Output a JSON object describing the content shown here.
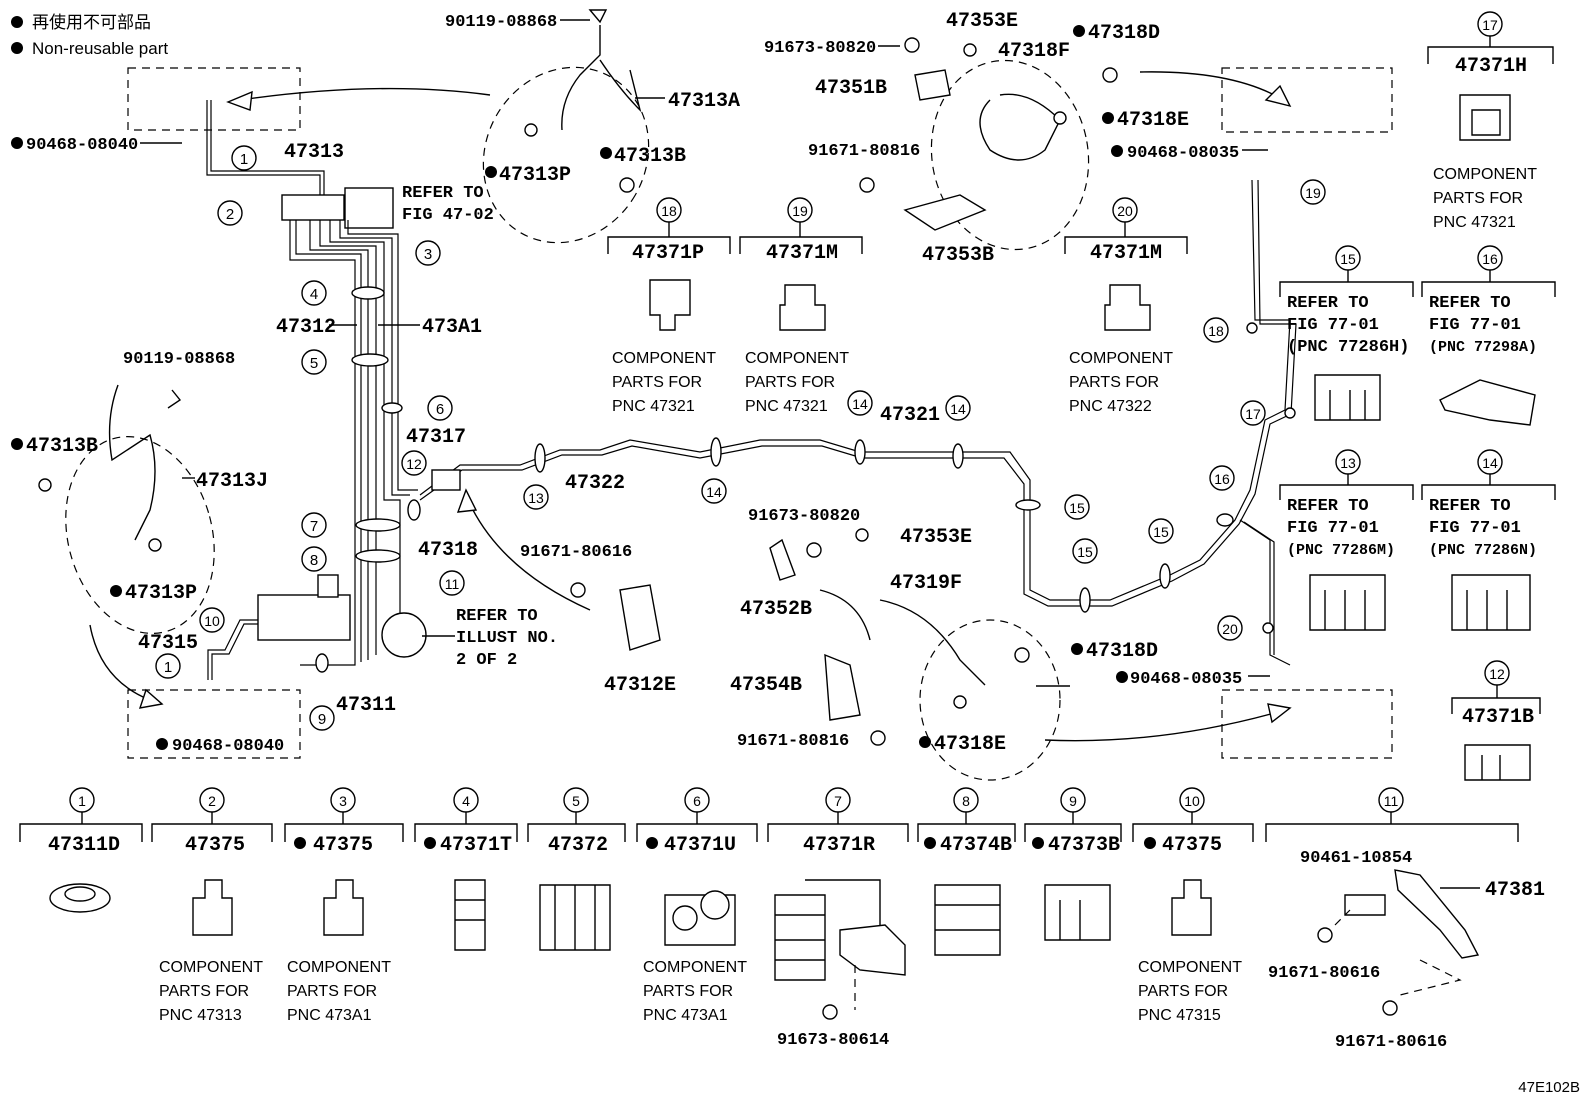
{
  "legend": {
    "items": [
      {
        "label": "再使用不可部品"
      },
      {
        "label": "Non-reusable part"
      }
    ]
  },
  "figure_code": "47E102B",
  "callouts": {
    "p90119_top": "90119-08868",
    "p47313A": "47313A",
    "p47313B_top": "47313B",
    "p47313P_top": "47313P",
    "p90468_tl": "90468-08040",
    "p47313": "47313",
    "refer_top_1": "REFER TO",
    "refer_top_2": "FIG 47-02",
    "p47312": "47312",
    "p473A1": "473A1",
    "p90119_left": "90119-08868",
    "p47313B_left": "47313B",
    "p47313J": "47313J",
    "p47313P_left": "47313P",
    "p47317": "47317",
    "p47322": "47322",
    "p47318": "47318",
    "p47315": "47315",
    "p47311": "47311",
    "p90468_bl": "90468-08040",
    "refer_illust_1": "REFER TO",
    "refer_illust_2": "ILLUST NO.",
    "refer_illust_3": "2 OF 2",
    "p91671_80616_mid": "91671-80616",
    "p47312E": "47312E",
    "p91673_80820_mid": "91673-80820",
    "p47353E_mid": "47353E",
    "p47319F": "47319F",
    "p47352B": "47352B",
    "p47354B": "47354B",
    "p91671_80816_mid": "91671-80816",
    "p47318D_mid": "47318D",
    "p47318E_mid": "47318E",
    "p90468_08035_mid": "90468-08035",
    "p47321": "47321",
    "p47353E_top": "47353E",
    "p91673_80820_top": "91673-80820",
    "p47318F": "47318F",
    "p47318D_top": "47318D",
    "p47351B": "47351B",
    "p47318E_top": "47318E",
    "p91671_80816_top": "91671-80816",
    "p47353B": "47353B",
    "p90468_08035_top": "90468-08035"
  },
  "circle_numbers": [
    "1",
    "2",
    "3",
    "4",
    "5",
    "6",
    "7",
    "8",
    "9",
    "10",
    "11",
    "12",
    "13",
    "14",
    "15",
    "16",
    "17",
    "18",
    "19",
    "20"
  ],
  "top_clips": [
    {
      "num": "18",
      "part": "47371P",
      "lines": [
        "COMPONENT",
        "PARTS FOR",
        "PNC 47321"
      ]
    },
    {
      "num": "19",
      "part": "47371M",
      "lines": [
        "COMPONENT",
        "PARTS FOR",
        "PNC 47321"
      ]
    },
    {
      "num": "20",
      "part": "47371M",
      "lines": [
        "COMPONENT",
        "PARTS FOR",
        "PNC 47322"
      ]
    },
    {
      "num": "17",
      "part": "47371H",
      "lines": [
        "COMPONENT",
        "PARTS FOR",
        "PNC 47321"
      ]
    }
  ],
  "refer_boxes": [
    {
      "num": "15",
      "lines": [
        "REFER TO",
        "FIG 77-01",
        "(PNC 77286H)"
      ]
    },
    {
      "num": "16",
      "lines": [
        "REFER TO",
        "FIG 77-01",
        "(PNC 77298A)"
      ]
    },
    {
      "num": "13",
      "lines": [
        "REFER TO",
        "FIG 77-01",
        "(PNC 77286M)"
      ]
    },
    {
      "num": "14",
      "lines": [
        "REFER TO",
        "FIG 77-01",
        "(PNC 77286N)"
      ]
    }
  ],
  "clip_12": {
    "num": "12",
    "part": "47371B"
  },
  "bottom_row": [
    {
      "num": "1",
      "part": "47311D",
      "nonreusable": false,
      "lines": []
    },
    {
      "num": "2",
      "part": "47375",
      "nonreusable": false,
      "lines": [
        "COMPONENT",
        "PARTS FOR",
        "PNC 47313"
      ]
    },
    {
      "num": "3",
      "part": "47375",
      "nonreusable": true,
      "lines": [
        "COMPONENT",
        "PARTS FOR",
        "PNC 473A1"
      ]
    },
    {
      "num": "4",
      "part": "47371T",
      "nonreusable": true,
      "lines": []
    },
    {
      "num": "5",
      "part": "47372",
      "nonreusable": false,
      "lines": []
    },
    {
      "num": "6",
      "part": "47371U",
      "nonreusable": true,
      "lines": [
        "COMPONENT",
        "PARTS FOR",
        "PNC 473A1"
      ]
    },
    {
      "num": "7",
      "part": "47371R",
      "nonreusable": false,
      "lines": []
    },
    {
      "num": "8",
      "part": "47374B",
      "nonreusable": true,
      "lines": []
    },
    {
      "num": "9",
      "part": "47373B",
      "nonreusable": true,
      "lines": []
    },
    {
      "num": "10",
      "part": "47375",
      "nonreusable": true,
      "lines": [
        "COMPONENT",
        "PARTS FOR",
        "PNC 47315"
      ]
    },
    {
      "num": "11",
      "part": "47381",
      "nonreusable": false,
      "lines": []
    }
  ],
  "item7_bolt": "91673-80614",
  "item11": {
    "a": "90461-10854",
    "b": "91671-80616",
    "c": "91671-80616"
  }
}
